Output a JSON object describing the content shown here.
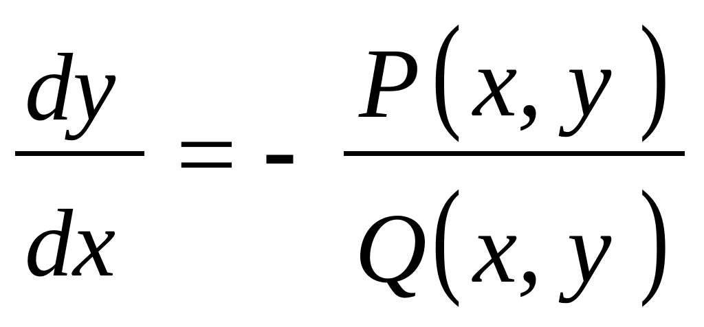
{
  "equation": {
    "lhs": {
      "numerator": "dy",
      "denominator": "dx"
    },
    "relation": "=",
    "sign": "-",
    "rhs": {
      "numerator": {
        "function": "P",
        "open_paren": "(",
        "arguments": "x, y",
        "close_paren": ")"
      },
      "denominator": {
        "function": "Q",
        "open_paren": "(",
        "arguments": "x, y",
        "close_paren": ")"
      }
    }
  }
}
